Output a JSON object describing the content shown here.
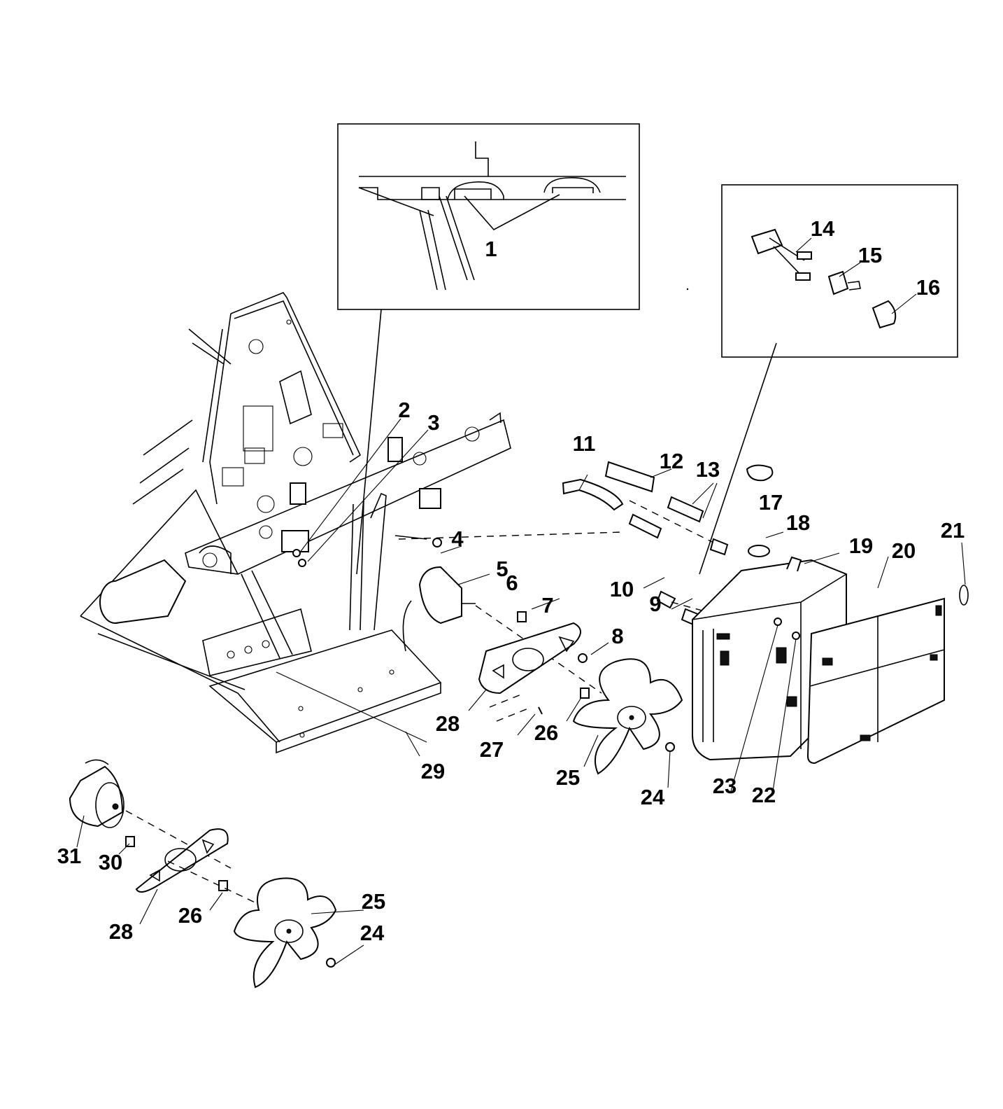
{
  "callouts": [
    "1",
    "2",
    "3",
    "4",
    "5",
    "6",
    "7",
    "8",
    "9",
    "10",
    "11",
    "12",
    "13",
    "14",
    "15",
    "16",
    "17",
    "18",
    "19",
    "20",
    "21",
    "22",
    "23",
    "24",
    "25",
    "26",
    "27",
    "28",
    "29",
    "30",
    "31"
  ],
  "lower_callouts": {
    "c24": "24",
    "c25": "25",
    "c26": "26",
    "c28": "28",
    "c30": "30",
    "c31": "31"
  }
}
